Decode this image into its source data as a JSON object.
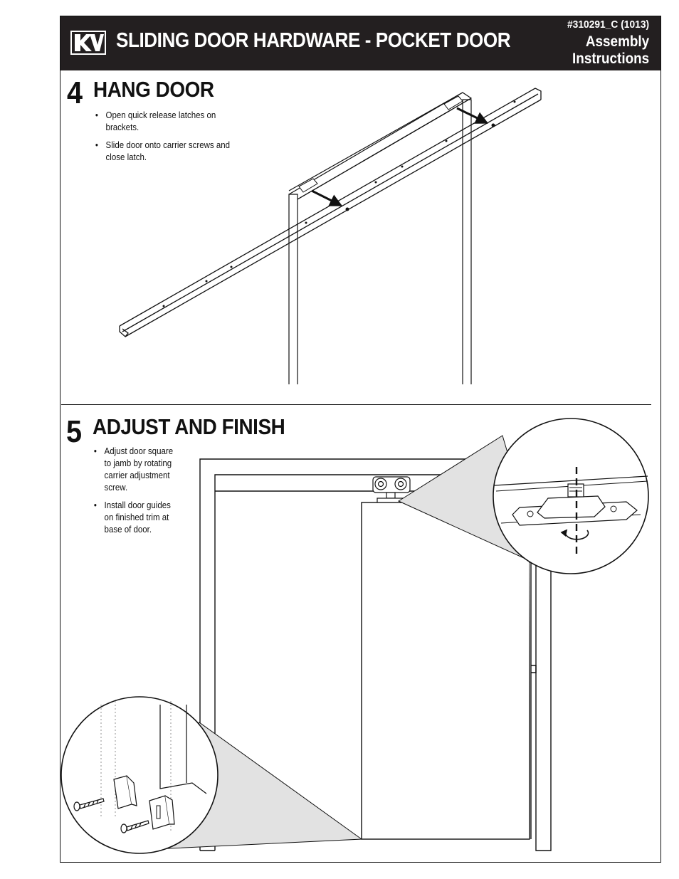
{
  "header": {
    "logo_text": "KV",
    "title": "SLIDING DOOR HARDWARE - POCKET DOOR",
    "doc_number": "#310291_C (1013)",
    "assembly_line1": "Assembly",
    "assembly_line2": "Instructions"
  },
  "step4": {
    "number": "4",
    "title": "HANG DOOR",
    "bullets": [
      "Open quick release latches on brackets.",
      "Slide door onto carrier screws and close latch."
    ]
  },
  "step5": {
    "number": "5",
    "title": "ADJUST AND FINISH",
    "bullets": [
      "Adjust door square to jamb by rotating carrier adjustment screw.",
      "Install door guides on finished trim at base of door."
    ]
  },
  "colors": {
    "header_bg": "#231f20",
    "ink": "#111111",
    "callout_fill": "#dcdcdc"
  }
}
